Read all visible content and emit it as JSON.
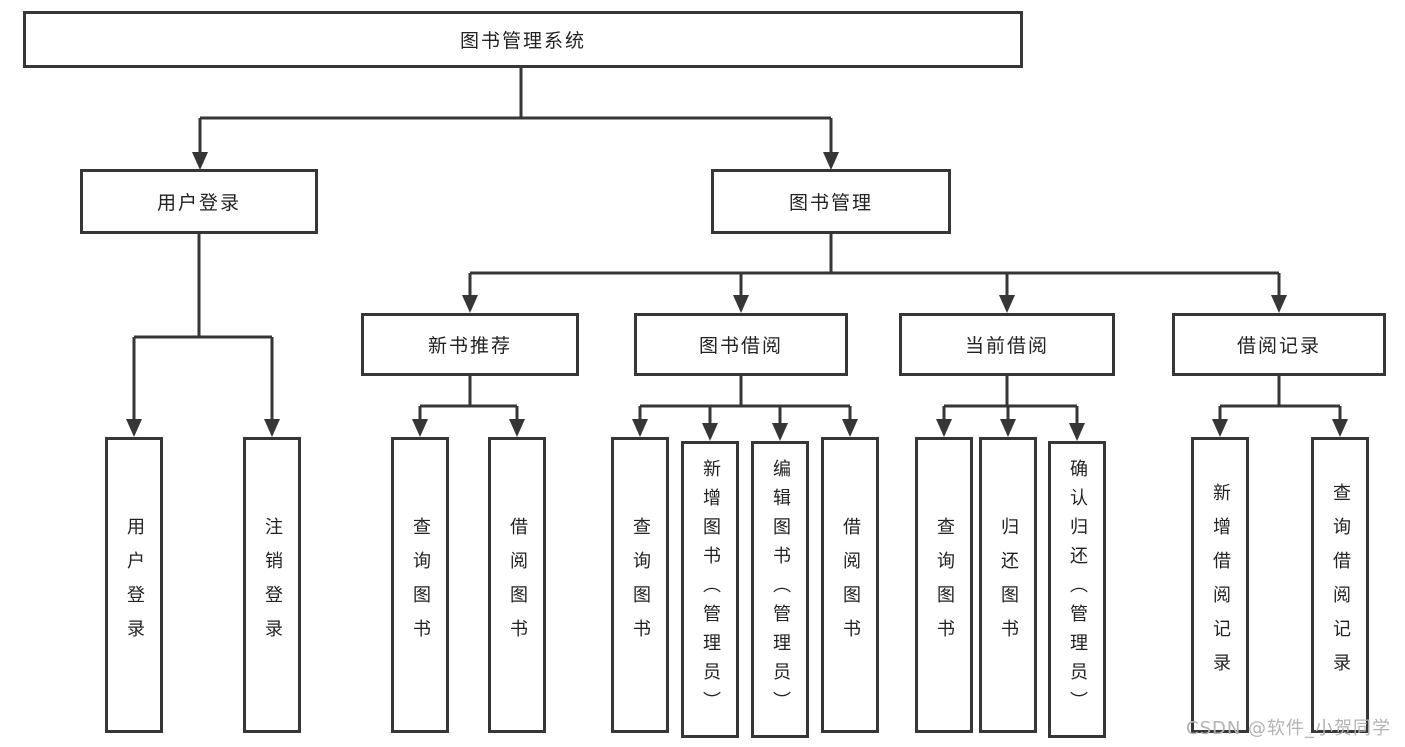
{
  "colors": {
    "line": "#363636",
    "box_border": "#363636",
    "box_fill": "#ffffff",
    "text": "#222222",
    "watermark": "#b3b3b3"
  },
  "tree": {
    "root": {
      "label": "图书管理系统"
    },
    "branches": [
      {
        "label": "用户登录",
        "children": [
          {
            "label": "用户登录"
          },
          {
            "label": "注销登录"
          }
        ]
      },
      {
        "label": "图书管理",
        "children": [
          {
            "label": "新书推荐",
            "children": [
              {
                "label": "查询图书"
              },
              {
                "label": "借阅图书"
              }
            ]
          },
          {
            "label": "图书借阅",
            "children": [
              {
                "label": "查询图书"
              },
              {
                "label": "新增图书（管理员）"
              },
              {
                "label": "编辑图书（管理员）"
              },
              {
                "label": "借阅图书"
              }
            ]
          },
          {
            "label": "当前借阅",
            "children": [
              {
                "label": "查询图书"
              },
              {
                "label": "归还图书"
              },
              {
                "label": "确认归还（管理员）"
              }
            ]
          },
          {
            "label": "借阅记录",
            "children": [
              {
                "label": "新增借阅记录"
              },
              {
                "label": "查询借阅记录"
              }
            ]
          }
        ]
      }
    ]
  },
  "watermark": {
    "text": "CSDN @软件_小贺同学"
  }
}
